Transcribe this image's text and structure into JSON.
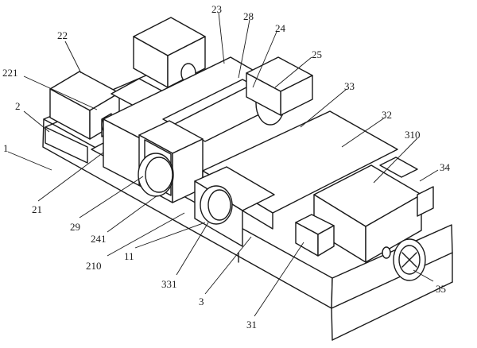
{
  "labels": {
    "l22": "22",
    "l221": "221",
    "l2": "2",
    "l1": "1",
    "l21": "21",
    "l29": "29",
    "l241": "241",
    "l210": "210",
    "l11": "11",
    "l331": "331",
    "l3": "3",
    "l31": "31",
    "l35": "35",
    "l34": "34",
    "l310": "310",
    "l32": "32",
    "l33": "33",
    "l25": "25",
    "l24": "24",
    "l28": "28",
    "l23": "23"
  }
}
